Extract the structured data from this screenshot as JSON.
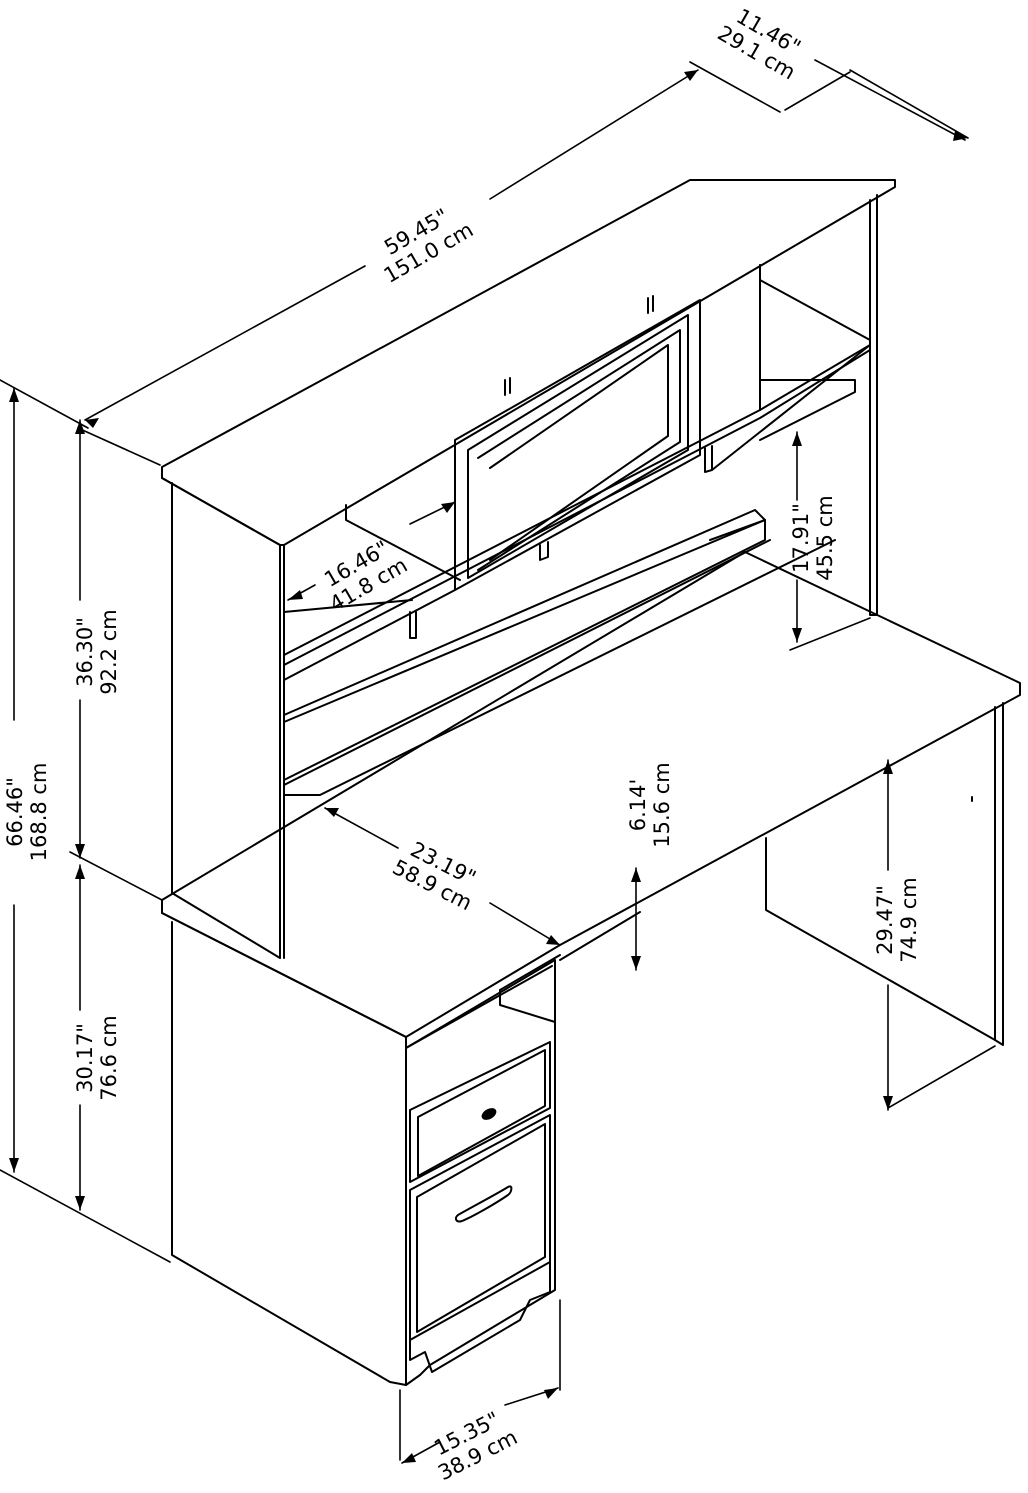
{
  "diagram": {
    "subject": "desk-with-hutch",
    "line_color": "#000000",
    "background": "#ffffff",
    "dimensions": {
      "hutch_depth": {
        "in": "11.46\"",
        "cm": "29.1 cm"
      },
      "overall_width": {
        "in": "59.45\"",
        "cm": "151.0 cm"
      },
      "cubby_depth": {
        "in": "16.46\"",
        "cm": "41.8 cm"
      },
      "hutch_opening_height": {
        "in": "17.91\"",
        "cm": "45.5 cm"
      },
      "hutch_height": {
        "in": "36.30\"",
        "cm": "92.2 cm"
      },
      "overall_height": {
        "in": "66.46\"",
        "cm": "168.8 cm"
      },
      "desk_depth": {
        "in": "23.19\"",
        "cm": "58.9 cm"
      },
      "modesty_gap": {
        "in": "6.14'",
        "cm": "15.6 cm"
      },
      "knee_clearance": {
        "in": "29.47\"",
        "cm": "74.9 cm"
      },
      "desk_height": {
        "in": "30.17\"",
        "cm": "76.6 cm"
      },
      "pedestal_width": {
        "in": "15.35\"",
        "cm": "38.9 cm"
      }
    }
  }
}
